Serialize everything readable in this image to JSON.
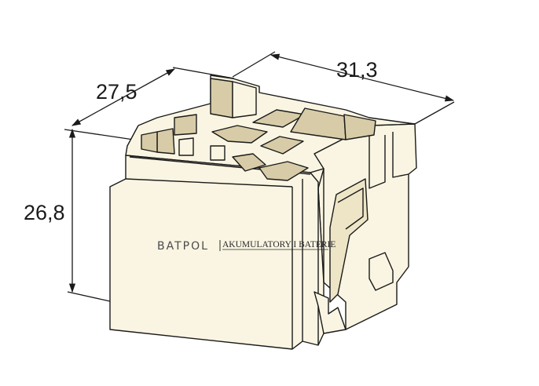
{
  "dimensions": {
    "width": "27,5",
    "length": "31,3",
    "height": "26,8"
  },
  "watermark": {
    "brand": "BATPOL",
    "tagline": "AKUMULATORY I BATERIE"
  },
  "colors": {
    "body_fill": "#faf5e2",
    "body_shade": "#ede5c6",
    "slot_fill": "#d7cca7",
    "outline": "#1a1a1a",
    "dimension_line": "#1a1a1a"
  }
}
